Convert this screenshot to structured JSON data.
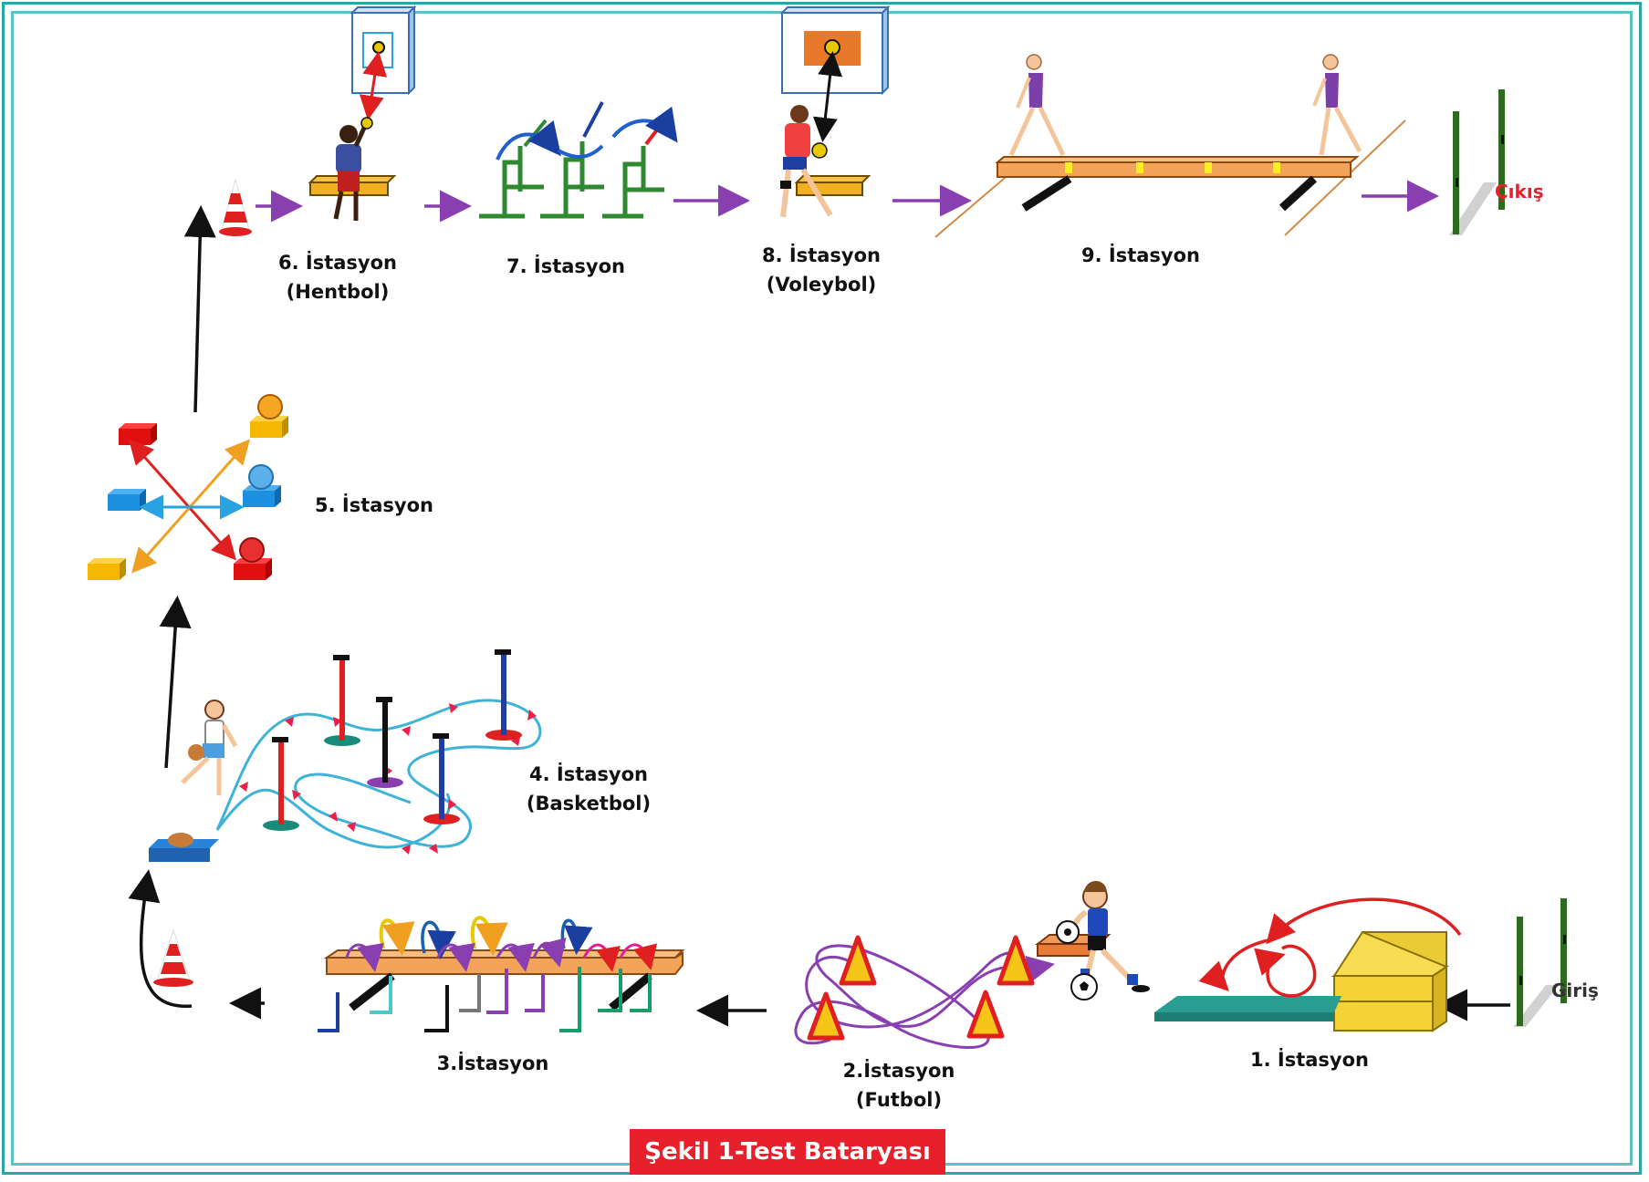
{
  "colors": {
    "frame": "#2aa6a6",
    "caption_bg": "#e8202b",
    "caption_text": "#ffffff",
    "exit_text": "#e8202b",
    "path_arrow": "#8a3fb0",
    "main_arrow": "#111111"
  },
  "stations": [
    {
      "name": "1. İstasyon",
      "sub": ""
    },
    {
      "name": "2.İstasyon",
      "sub": "(Futbol)"
    },
    {
      "name": "3.İstasyon",
      "sub": ""
    },
    {
      "name": "4. İstasyon",
      "sub": "(Basketbol)"
    },
    {
      "name": "5. İstasyon",
      "sub": ""
    },
    {
      "name": "6. İstasyon",
      "sub": "(Hentbol)"
    },
    {
      "name": "7. İstasyon",
      "sub": ""
    },
    {
      "name": "8. İstasyon",
      "sub": "(Voleybol)"
    },
    {
      "name": "9. İstasyon",
      "sub": ""
    }
  ],
  "entry_label": "Giriş",
  "exit_label": "Çıkış",
  "caption": "Şekil 1-Test Bataryası",
  "icons": [
    "gate-icon",
    "vault-box-icon",
    "mat-icon",
    "cone-icon",
    "soccer-player-icon",
    "soccer-ball-icon",
    "balance-bench-icon",
    "hurdle-icon",
    "basketball-player-icon",
    "slalom-pole-icon",
    "colored-box-icon",
    "ball-icon",
    "handball-player-icon",
    "wall-target-icon",
    "volleyball-player-icon",
    "gymnast-icon",
    "balance-beam-icon"
  ]
}
